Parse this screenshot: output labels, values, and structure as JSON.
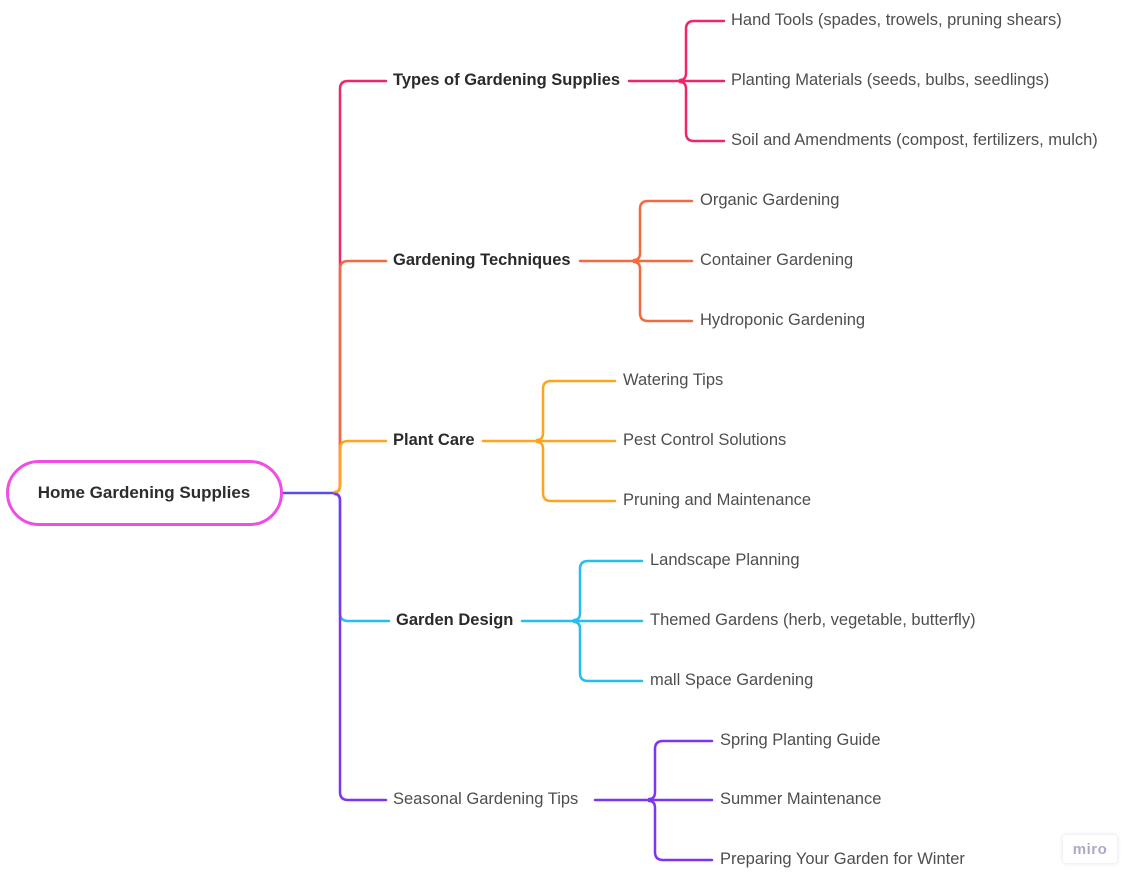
{
  "canvas": {
    "background": "#ffffff"
  },
  "root": {
    "label": "Home Gardening Supplies",
    "border_color": "#ef4de3",
    "text_color": "#2d2d2d",
    "connector_color": "#5a4de8"
  },
  "branches": [
    {
      "label": "Types of Gardening Supplies",
      "color": "#f0256b",
      "children": [
        "Hand Tools (spades, trowels, pruning shears)",
        "Planting Materials (seeds, bulbs, seedlings)",
        "Soil and Amendments (compost, fertilizers, mulch)"
      ]
    },
    {
      "label": "Gardening Techniques",
      "color": "#f26b40",
      "children": [
        "Organic Gardening",
        "Container Gardening",
        "Hydroponic Gardening"
      ]
    },
    {
      "label": "Plant Care",
      "color": "#fca51f",
      "children": [
        "Watering Tips",
        "Pest Control Solutions",
        "Pruning and Maintenance"
      ]
    },
    {
      "label": "Garden Design",
      "color": "#27bdf1",
      "children": [
        "Landscape Planning",
        "Themed Gardens (herb, vegetable, butterfly)",
        "mall Space Gardening"
      ]
    },
    {
      "label": "Seasonal Gardening Tips",
      "color": "#7d35f2",
      "children": [
        "Spring Planting Guide",
        "Summer Maintenance",
        "Preparing Your Garden for Winter"
      ]
    }
  ],
  "text_colors": {
    "branch_label": "#2a2a2a",
    "child_label": "#4e4e4e"
  },
  "watermark": {
    "label": "miro",
    "text_color": "#ababc6"
  }
}
